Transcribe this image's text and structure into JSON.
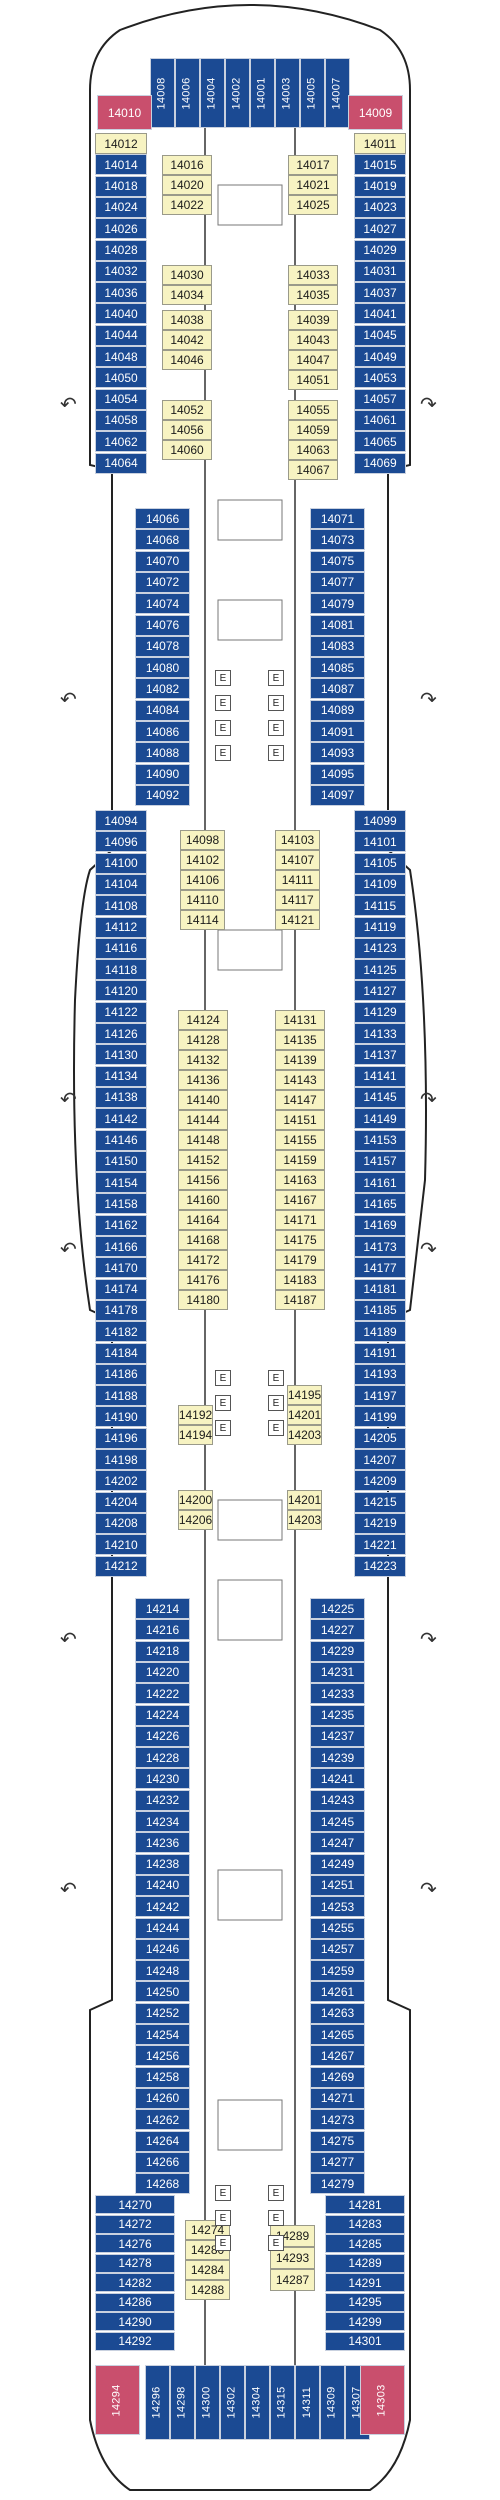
{
  "deck_plan": {
    "top_row": [
      "14008",
      "14006",
      "14004",
      "14002",
      "14001",
      "14003",
      "14005",
      "14007"
    ],
    "forward_corners": [
      "14010",
      "14009"
    ],
    "left_outer_forward": [
      "14012",
      "14014",
      "14018",
      "14024",
      "14026",
      "14028",
      "14032",
      "14036",
      "14040",
      "14044",
      "14048",
      "14050",
      "14054",
      "14058",
      "14062",
      "14064"
    ],
    "right_outer_forward": [
      "14011",
      "14015",
      "14019",
      "14023",
      "14027",
      "14029",
      "14031",
      "14037",
      "14041",
      "14045",
      "14049",
      "14053",
      "14057",
      "14061",
      "14065",
      "14069"
    ],
    "inner_upper_left": [
      "14016",
      "14020",
      "14022"
    ],
    "inner_upper_right": [
      "14017",
      "14021",
      "14025"
    ],
    "inner_center_left_a": [
      "14030",
      "14034",
      "14038",
      "14042",
      "14046",
      "14052",
      "14056",
      "14060"
    ],
    "inner_center_right_a": [
      "14033",
      "14035",
      "14039",
      "14043",
      "14047",
      "14051",
      "14055",
      "14059",
      "14063",
      "14067"
    ],
    "left_block_b": [
      "14066",
      "14068",
      "14070",
      "14072",
      "14074",
      "14076",
      "14078",
      "14080",
      "14082",
      "14084",
      "14086",
      "14088",
      "14090",
      "14092"
    ],
    "right_block_b": [
      "14071",
      "14073",
      "14075",
      "14077",
      "14079",
      "14081",
      "14083",
      "14085",
      "14087",
      "14089",
      "14091",
      "14093",
      "14095",
      "14097"
    ],
    "left_outer_mid": [
      "14094",
      "14096",
      "14100",
      "14104",
      "14108",
      "14112",
      "14116",
      "14118",
      "14120",
      "14122",
      "14126",
      "14130",
      "14134",
      "14138",
      "14142",
      "14146",
      "14150",
      "14154",
      "14158",
      "14162",
      "14166",
      "14170",
      "14174",
      "14178",
      "14182",
      "14184",
      "14186",
      "14188",
      "14190",
      "14196",
      "14198",
      "14202",
      "14204",
      "14208",
      "14210",
      "14212"
    ],
    "right_outer_mid": [
      "14099",
      "14101",
      "14105",
      "14109",
      "14115",
      "14119",
      "14123",
      "14125",
      "14127",
      "14129",
      "14133",
      "14137",
      "14141",
      "14145",
      "14149",
      "14153",
      "14157",
      "14161",
      "14165",
      "14169",
      "14173",
      "14177",
      "14181",
      "14185",
      "14189",
      "14191",
      "14193",
      "14197",
      "14199",
      "14205",
      "14207",
      "14209",
      "14215",
      "14219",
      "14221",
      "14223"
    ],
    "inner_mid_left_top": [
      "14098",
      "14102",
      "14106",
      "14110",
      "14114"
    ],
    "inner_mid_right_top": [
      "14103",
      "14107",
      "14111",
      "14117",
      "14121"
    ],
    "inner_mid_left": [
      "14124",
      "14128",
      "14132",
      "14136",
      "14140",
      "14144",
      "14148",
      "14152",
      "14156",
      "14160",
      "14164",
      "14168",
      "14172",
      "14176",
      "14180"
    ],
    "inner_mid_right": [
      "14131",
      "14135",
      "14139",
      "14143",
      "14147",
      "14151",
      "14155",
      "14159",
      "14163",
      "14167",
      "14171",
      "14175",
      "14179",
      "14183",
      "14187"
    ],
    "inner_lower_left": [
      "14192",
      "14194",
      "14200",
      "14206"
    ],
    "inner_lower_right": [
      "14195",
      "14201",
      "14203",
      "14201",
      "14203"
    ],
    "left_block_c": [
      "14214",
      "14216",
      "14218",
      "14220",
      "14222",
      "14224",
      "14226",
      "14228",
      "14230",
      "14232",
      "14234",
      "14236",
      "14238",
      "14240",
      "14242",
      "14244",
      "14246",
      "14248",
      "14250",
      "14252",
      "14254",
      "14256",
      "14258",
      "14260",
      "14262",
      "14264",
      "14266",
      "14268"
    ],
    "right_block_c": [
      "14225",
      "14227",
      "14229",
      "14231",
      "14233",
      "14235",
      "14237",
      "14239",
      "14241",
      "14243",
      "14245",
      "14247",
      "14249",
      "14251",
      "14253",
      "14255",
      "14257",
      "14259",
      "14261",
      "14263",
      "14265",
      "14267",
      "14269",
      "14271",
      "14273",
      "14275",
      "14277",
      "14279"
    ],
    "left_block_d": [
      "14270",
      "14272",
      "14276",
      "14278",
      "14282",
      "14286",
      "14290",
      "14292"
    ],
    "right_block_d": [
      "14281",
      "14283",
      "14285",
      "14289",
      "14291",
      "14295",
      "14299",
      "14301"
    ],
    "inner_aft_left": [
      "14274",
      "14280",
      "14284",
      "14288"
    ],
    "inner_aft_right": [
      "14289",
      "14293",
      "14287"
    ],
    "aft_row": [
      "14296",
      "14298",
      "14300",
      "14302",
      "14304",
      "14315",
      "14311",
      "14309",
      "14307"
    ],
    "aft_corners": [
      "14294",
      "14303"
    ]
  }
}
